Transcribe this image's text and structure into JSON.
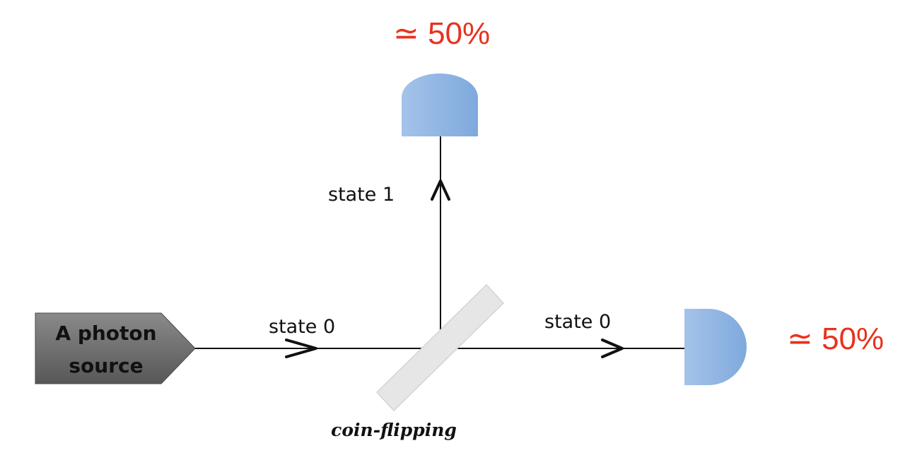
{
  "source": {
    "line1": "A photon",
    "line2": "source"
  },
  "beams": {
    "input_label": "state 0",
    "transmitted_label": "state 0",
    "reflected_label": "state 1"
  },
  "splitter": {
    "label": "coin-flipping"
  },
  "detectors": {
    "top": {
      "probability": "≃ 50%"
    },
    "right": {
      "probability": "≃ 50%"
    }
  },
  "colors": {
    "source_fill": "#6b6b6b",
    "detector_fill": "#8fb4e0",
    "probability_text": "#e8321e",
    "splitter_fill": "#e6e6e6"
  }
}
